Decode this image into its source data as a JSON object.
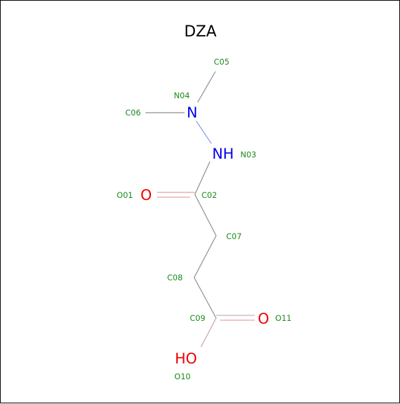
{
  "title": "DZA",
  "colors": {
    "bond": "#8c8c8c",
    "nitrogen": "#0000ee",
    "oxygen": "#ee0000",
    "label": "#1a8a1a"
  },
  "atoms": {
    "n04": {
      "symbol": "N",
      "label": "N04"
    },
    "n03": {
      "symbol": "NH",
      "label": "N03"
    },
    "c05": {
      "label": "C05"
    },
    "c06": {
      "label": "C06"
    },
    "o01": {
      "symbol": "O",
      "label": "O01"
    },
    "c02": {
      "label": "C02"
    },
    "c07": {
      "label": "C07"
    },
    "c08": {
      "label": "C08"
    },
    "c09": {
      "label": "C09"
    },
    "o11": {
      "symbol": "O",
      "label": "O11"
    },
    "o10": {
      "symbol": "HO",
      "label": "O10"
    }
  }
}
